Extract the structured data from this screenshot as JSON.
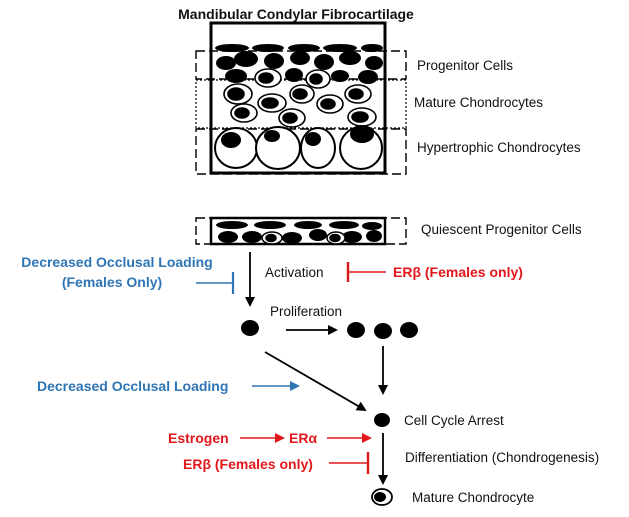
{
  "title": "Mandibular Condylar Fibrocartilage",
  "layers": {
    "progenitor": "Progenitor Cells",
    "mature": "Mature Chondrocytes",
    "hypertrophic": "Hypertrophic Chondrocytes",
    "quiescent": "Quiescent Progenitor Cells"
  },
  "steps": {
    "activation": "Activation",
    "proliferation": "Proliferation",
    "arrest": "Cell Cycle Arrest",
    "differentiation": "Differentiation (Chondrogenesis)",
    "mature_chondrocyte": "Mature Chondrocyte"
  },
  "regulators": {
    "decreased_loading_females": [
      "Decreased Occlusal Loading",
      "(Females Only)"
    ],
    "erb_activation": "ERβ (Females only)",
    "decreased_loading": "Decreased Occlusal Loading",
    "estrogen": "Estrogen",
    "era": "ERα",
    "erb_differentiation": "ERβ (Females only)"
  },
  "colors": {
    "blue": "#2e75b6",
    "red": "#e3171b",
    "black": "#000000"
  }
}
